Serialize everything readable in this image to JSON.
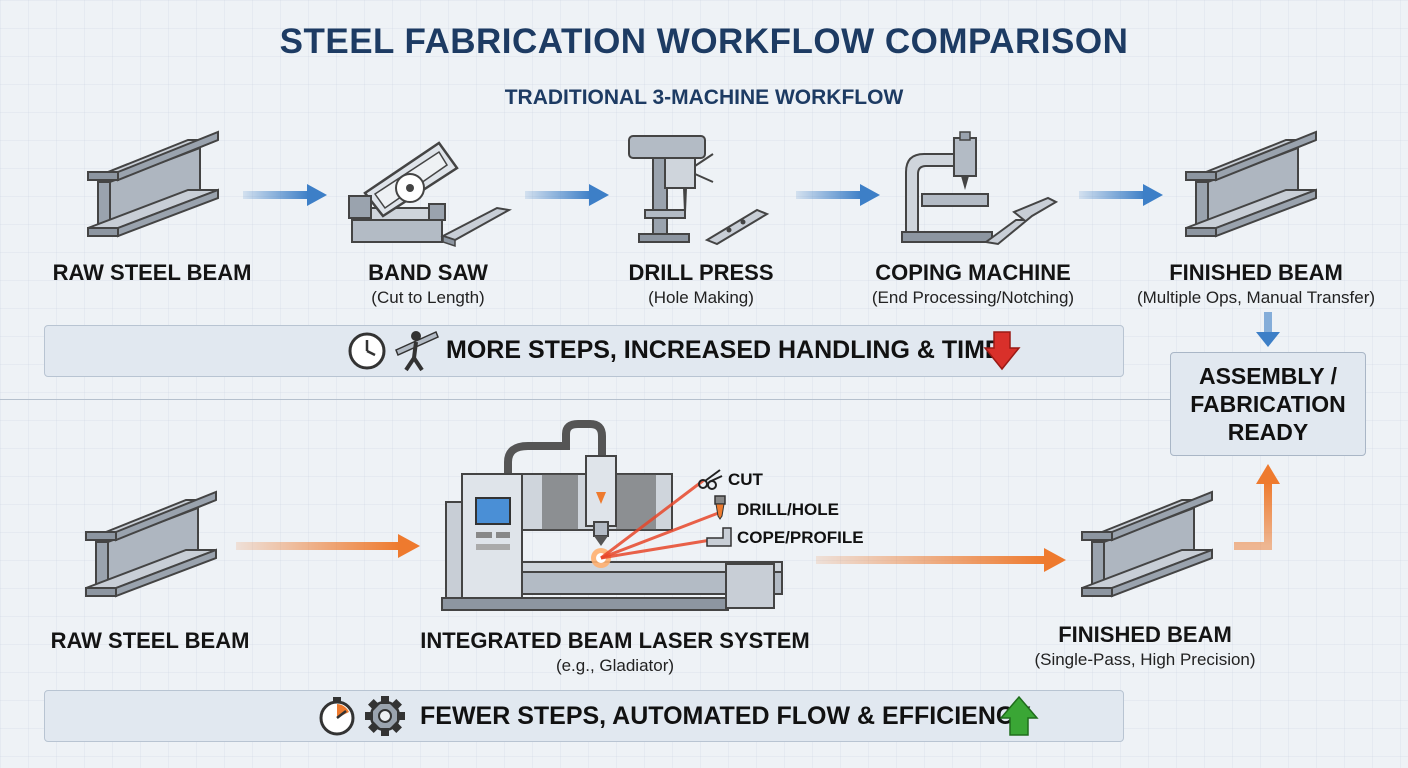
{
  "title": "STEEL FABRICATION WORKFLOW COMPARISON",
  "traditional": {
    "heading": "TRADITIONAL 3-MACHINE WORKFLOW",
    "steps": [
      {
        "label": "RAW STEEL BEAM",
        "sub": ""
      },
      {
        "label": "BAND SAW",
        "sub": "(Cut to Length)"
      },
      {
        "label": "DRILL PRESS",
        "sub": "(Hole Making)"
      },
      {
        "label": "COPING MACHINE",
        "sub": "(End Processing/Notching)"
      },
      {
        "label": "FINISHED BEAM",
        "sub": "(Multiple Ops, Manual Transfer)"
      }
    ],
    "banner": "MORE STEPS, INCREASED HANDLING & TIME",
    "banner_icons": [
      "clock-icon",
      "worker-carrying-icon",
      "red-down-arrow-icon"
    ]
  },
  "assembly": {
    "line1": "ASSEMBLY /",
    "line2": "FABRICATION",
    "line3": "READY"
  },
  "integrated": {
    "steps": [
      {
        "label": "RAW STEEL BEAM",
        "sub": ""
      },
      {
        "label": "INTEGRATED BEAM LASER SYSTEM",
        "sub": "(e.g., Gladiator)"
      },
      {
        "label": "FINISHED BEAM",
        "sub": "(Single-Pass, High Precision)"
      }
    ],
    "operations": [
      "CUT",
      "DRILL/HOLE",
      "COPE/PROFILE"
    ],
    "banner": "FEWER STEPS, AUTOMATED FLOW & EFFICIENCY",
    "banner_icons": [
      "stopwatch-icon",
      "gear-icon",
      "green-up-arrow-icon"
    ]
  },
  "colors": {
    "blue_arrow": "#3d7fc7",
    "orange_arrow": "#ee7a2e",
    "title": "#1d3b63"
  }
}
